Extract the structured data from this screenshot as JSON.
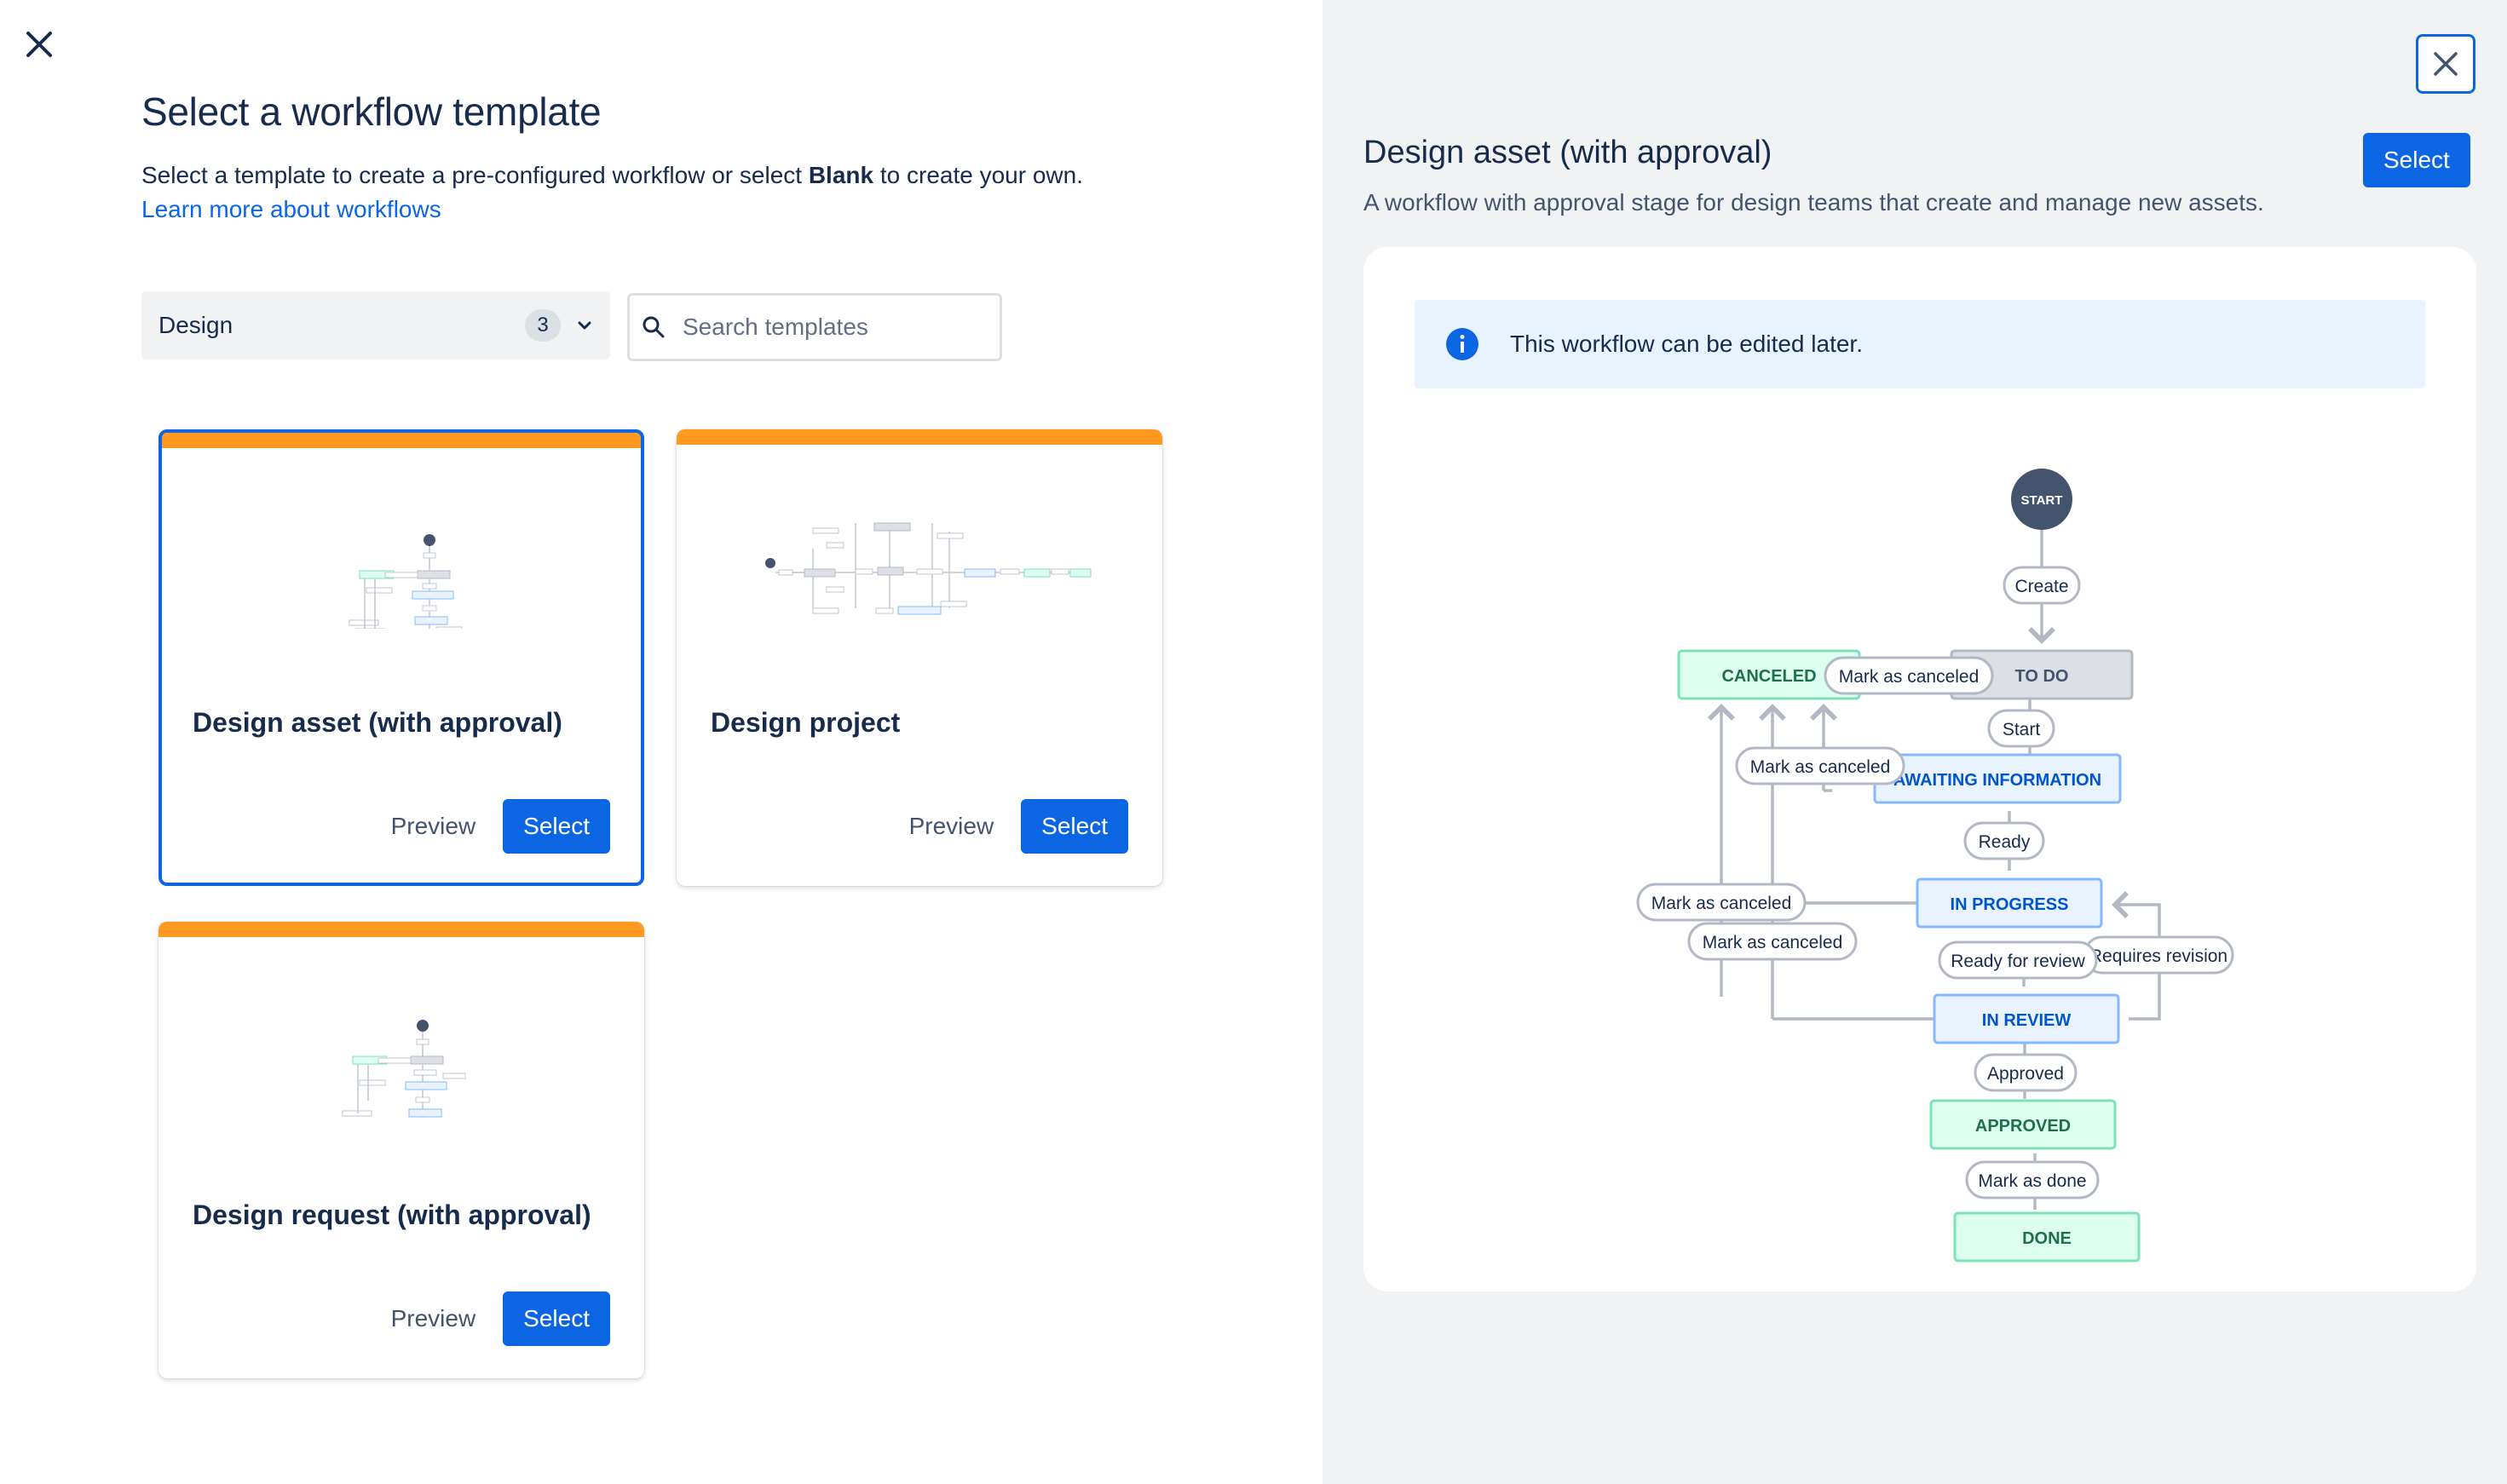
{
  "header": {
    "title": "Select a workflow template",
    "desc_before": "Select a template to create a pre-configured workflow or select ",
    "desc_bold": "Blank",
    "desc_after": " to create your own.",
    "learn_link": "Learn more about workflows"
  },
  "filter": {
    "category": "Design",
    "count": "3",
    "search_placeholder": "Search templates"
  },
  "templates": [
    {
      "title": "Design asset (with approval)",
      "preview_label": "Preview",
      "select_label": "Select",
      "selected": true
    },
    {
      "title": "Design project",
      "preview_label": "Preview",
      "select_label": "Select",
      "selected": false
    },
    {
      "title": "Design request (with approval)",
      "preview_label": "Preview",
      "select_label": "Select",
      "selected": false
    }
  ],
  "preview": {
    "title": "Design asset (with approval)",
    "description": "A workflow with approval stage for design teams that create and manage new assets.",
    "select_label": "Select",
    "info": "This workflow can be edited later.",
    "workflow": {
      "start": "START",
      "statuses": {
        "canceled": "CANCELED",
        "todo": "TO DO",
        "awaiting": "AWAITING INFORMATION",
        "in_progress": "IN PROGRESS",
        "in_review": "IN REVIEW",
        "approved": "APPROVED",
        "done": "DONE"
      },
      "transitions": {
        "create": "Create",
        "cancel_1": "Mark as canceled",
        "start": "Start",
        "cancel_2": "Mark as canceled",
        "ready": "Ready",
        "cancel_3": "Mark as canceled",
        "cancel_4": "Mark as canceled",
        "ready_for_review": "Ready for review",
        "requires_revision": "Requires revision",
        "approved": "Approved",
        "mark_done": "Mark as done"
      }
    }
  },
  "colors": {
    "primary": "#0c66e4",
    "accent_bar": "#ff991f",
    "canceled_fill": "#dcfff1",
    "canceled_stroke": "#7ee2b8",
    "todo_fill": "#dcdfe4",
    "todo_stroke": "#b3b9c4",
    "inprogress_fill": "#e9f2ff",
    "inprogress_stroke": "#85b8ff",
    "start_fill": "#44546f"
  }
}
